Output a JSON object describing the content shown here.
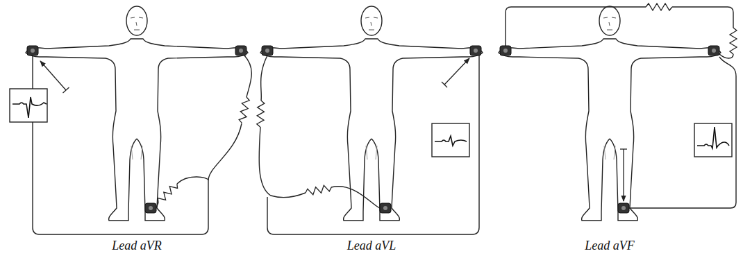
{
  "diagram": {
    "labels": [
      "Lead aVR",
      "Lead aVL",
      "Lead aVF"
    ]
  }
}
